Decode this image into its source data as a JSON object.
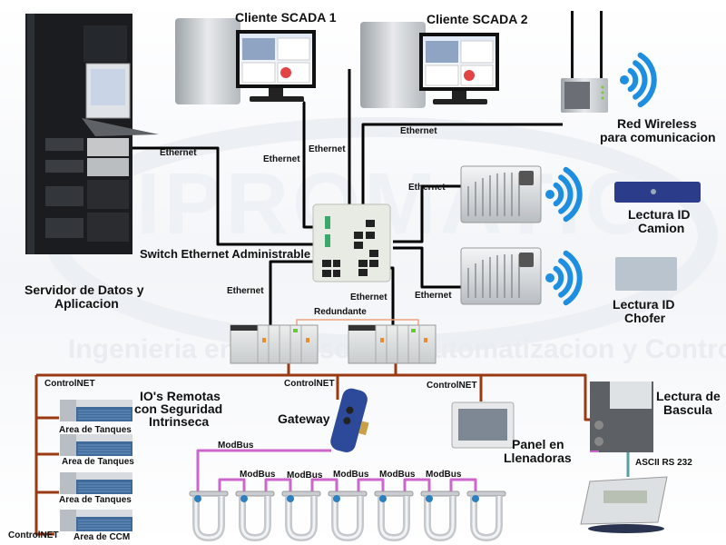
{
  "watermark": {
    "brand": "IPROMATIC",
    "tagline": "Ingenieria en Procesos de Automatizacion y Control"
  },
  "nodes": {
    "server": {
      "title": "Servidor de Datos y",
      "subtitle": "Aplicacion"
    },
    "scada1": {
      "title": "Cliente SCADA 1"
    },
    "scada2": {
      "title": "Cliente SCADA 2"
    },
    "wireless": {
      "title": "Red Wireless",
      "subtitle": "para comunicacion"
    },
    "switch": {
      "title": "Switch Ethernet Administrable"
    },
    "rfid_truck": {
      "title": "Lectura ID",
      "subtitle": "Camion"
    },
    "rfid_driver": {
      "title": "Lectura ID",
      "subtitle": "Chofer"
    },
    "remote_io": {
      "title": "IO's Remotas",
      "line2": "con Seguridad",
      "line3": "Intrinseca"
    },
    "gateway": {
      "title": "Gateway"
    },
    "panel": {
      "title": "Panel en",
      "subtitle": "Llenadoras"
    },
    "scale": {
      "title": "Lectura de",
      "subtitle": "Bascula"
    }
  },
  "io_modules": [
    {
      "label": "Area de Tanques"
    },
    {
      "label": "Area de Tanques"
    },
    {
      "label": "Area de Tanques"
    },
    {
      "label": "Area de CCM"
    }
  ],
  "links": {
    "ethernet": "Ethernet",
    "redundant": "Redundante",
    "controlnet": "ControlNET",
    "modbus": "ModBus",
    "rs232": "ASCII RS 232"
  },
  "colors": {
    "ethernet": "#000000",
    "controlnet": "#9a3a12",
    "modbus": "#cc66cc",
    "redundant": "#f0a080",
    "rs232": "#5aa0a0",
    "wifi": "#1e8ee0"
  },
  "flowmeter_count": 7
}
